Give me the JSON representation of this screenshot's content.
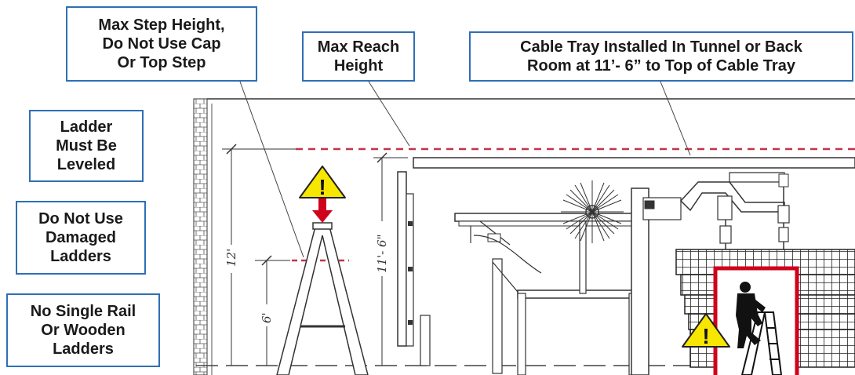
{
  "callouts": {
    "max_step": [
      "Max Step Height,",
      "Do Not Use Cap",
      "Or Top Step"
    ],
    "max_reach": [
      "Max Reach",
      "Height"
    ],
    "cable_tray": [
      "Cable Tray Installed In Tunnel or Back",
      "Room at 11’- 6” to Top of Cable Tray"
    ],
    "leveled": [
      "Ladder",
      "Must Be",
      "Leveled"
    ],
    "damaged": [
      "Do Not Use",
      "Damaged",
      "Ladders"
    ],
    "single_rail": [
      "No Single Rail",
      "Or Wooden",
      "Ladders"
    ]
  },
  "dimensions": {
    "twelve_ft": "12'",
    "six_ft": "6'",
    "eleven_six": "11'- 6\""
  },
  "icons": {
    "warning": "!"
  },
  "colors": {
    "callout_border": "#2f6fb6",
    "danger_red": "#d0021b",
    "reach_line": "#c2334d",
    "warning_yellow": "#f7e600"
  }
}
